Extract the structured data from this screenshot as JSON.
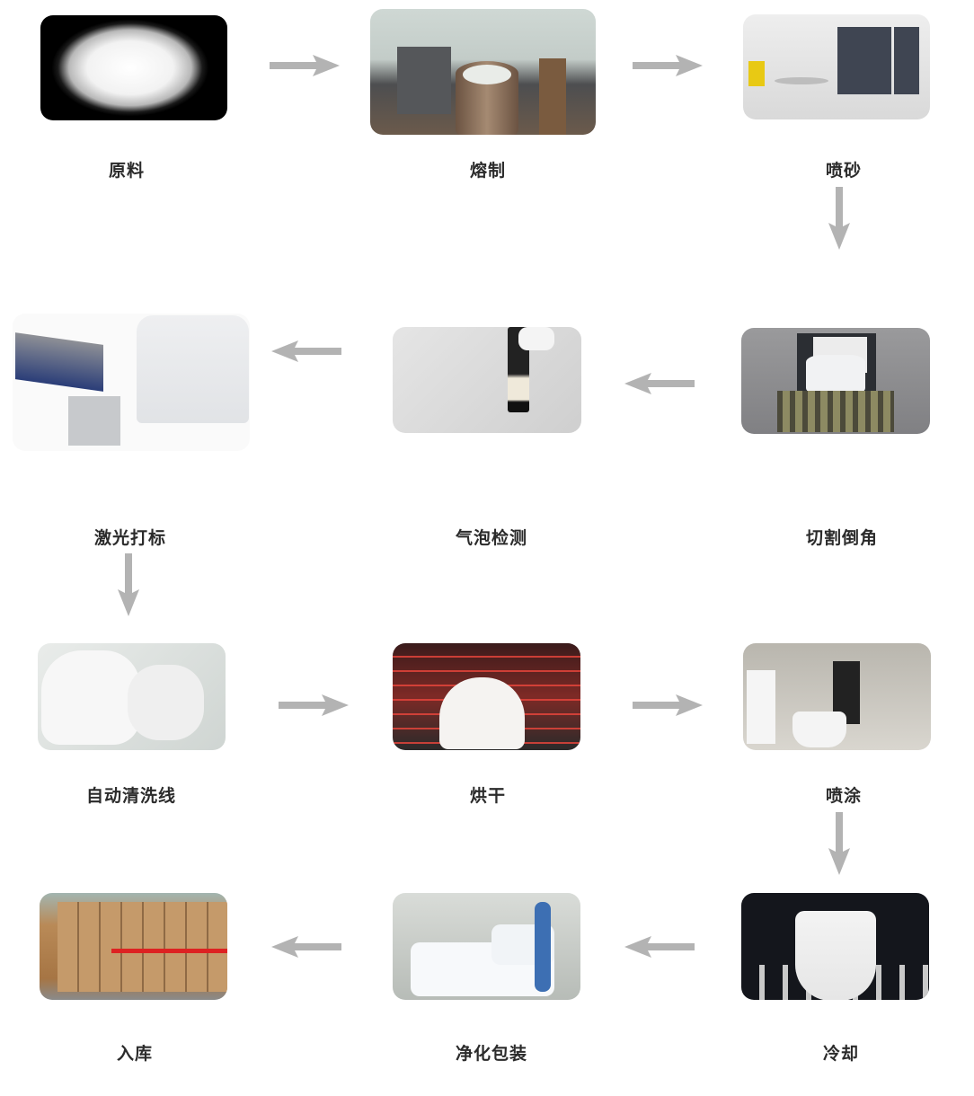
{
  "title": "Quartz crucible production process flow",
  "arrow_color": "#b3b3b3",
  "text_color": "#2b2b2b",
  "steps": [
    {
      "order": 1,
      "label": "原料",
      "image": "raw-material-powder"
    },
    {
      "order": 2,
      "label": "熔制",
      "image": "melting-furnace"
    },
    {
      "order": 3,
      "label": "喷砂",
      "image": "sandblasting-machine"
    },
    {
      "order": 4,
      "label": "切割倒角",
      "image": "cutting-chamfering-machine"
    },
    {
      "order": 5,
      "label": "气泡检测",
      "image": "bubble-inspection-probe"
    },
    {
      "order": 6,
      "label": "激光打标",
      "image": "laser-marking-machine"
    },
    {
      "order": 7,
      "label": "自动清洗线",
      "image": "automatic-cleaning-line"
    },
    {
      "order": 8,
      "label": "烘干",
      "image": "drying-oven"
    },
    {
      "order": 9,
      "label": "喷涂",
      "image": "spray-coating"
    },
    {
      "order": 10,
      "label": "冷却",
      "image": "cooling-rack"
    },
    {
      "order": 11,
      "label": "净化包装",
      "image": "clean-packaging"
    },
    {
      "order": 12,
      "label": "入库",
      "image": "warehouse-storage"
    }
  ],
  "arrows": [
    {
      "from": 1,
      "to": 2,
      "direction": "right"
    },
    {
      "from": 2,
      "to": 3,
      "direction": "right"
    },
    {
      "from": 3,
      "to": 4,
      "direction": "down"
    },
    {
      "from": 4,
      "to": 5,
      "direction": "left"
    },
    {
      "from": 5,
      "to": 6,
      "direction": "left"
    },
    {
      "from": 6,
      "to": 7,
      "direction": "down"
    },
    {
      "from": 7,
      "to": 8,
      "direction": "right"
    },
    {
      "from": 8,
      "to": 9,
      "direction": "right"
    },
    {
      "from": 9,
      "to": 10,
      "direction": "down"
    },
    {
      "from": 10,
      "to": 11,
      "direction": "left"
    },
    {
      "from": 11,
      "to": 12,
      "direction": "left"
    }
  ]
}
